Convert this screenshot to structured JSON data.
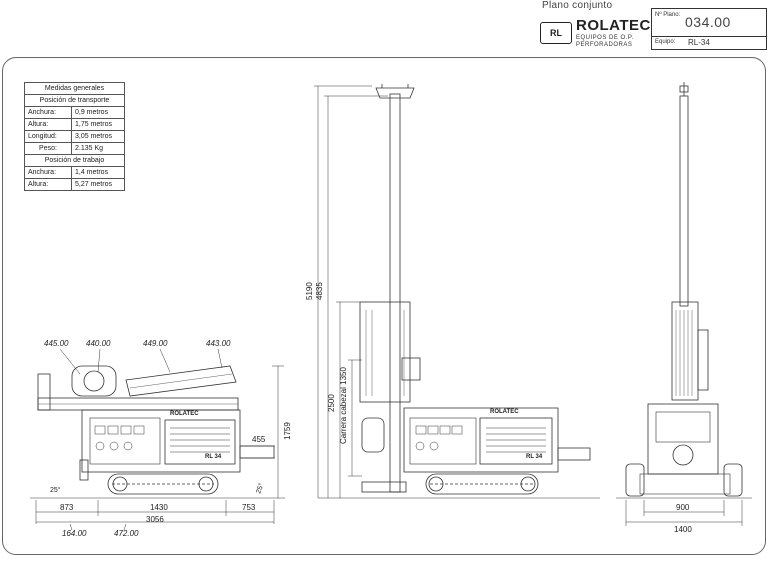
{
  "header": {
    "plano_label": "Plano conjunto",
    "logo_mark": "RL",
    "brand": "ROLATEC",
    "brand_sub_1": "EQUIPOS DE O.P.",
    "brand_sub_2": "PERFORADORAS",
    "num_plano_label": "Nº Plano:",
    "num_plano": "034.00",
    "equipo_label": "Equipo:",
    "equipo": "RL-34"
  },
  "spec_table": {
    "title": "Medidas generales",
    "transport_title": "Posición de transporte",
    "transport": [
      {
        "k": "Anchura:",
        "v": "0,9 metros"
      },
      {
        "k": "Altura:",
        "v": "1,75 metros"
      },
      {
        "k": "Longitud:",
        "v": "3,05 metros"
      },
      {
        "k": "Peso:",
        "v": "2.135 Kg"
      }
    ],
    "work_title": "Posición de trabajo",
    "work": [
      {
        "k": "Anchura:",
        "v": "1,4 metros"
      },
      {
        "k": "Altura:",
        "v": "5,27 metros"
      }
    ]
  },
  "side_view": {
    "callouts": [
      "445.00",
      "440.00",
      "449.00",
      "443.00"
    ],
    "dim_455": "455",
    "dim_1759": "1759",
    "angle_left": "25°",
    "angle_right": "25°",
    "dim_873": "873",
    "dim_1430": "1430",
    "dim_753": "753",
    "dim_3056": "3056",
    "callout_164": "164.00",
    "callout_472": "472.00",
    "machine_brand": "ROLATEC",
    "machine_model": "RL 34"
  },
  "front_view": {
    "dim_5190": "5190",
    "dim_4835": "4835",
    "dim_2500": "2500",
    "carrera_label": "Carrera cabezal 1350",
    "machine_brand": "ROLATEC",
    "machine_model": "RL 34"
  },
  "rear_view": {
    "dim_900": "900",
    "dim_1400": "1400"
  }
}
